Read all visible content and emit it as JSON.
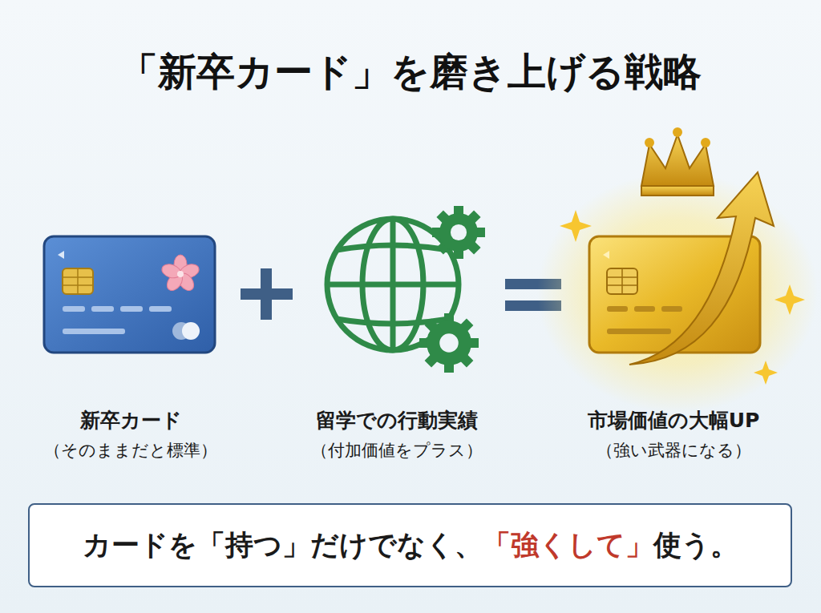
{
  "diagram": {
    "title": "「新卒カード」を磨き上げる戦略",
    "nodes": [
      {
        "text": [
          "カードを「持つ」だけでなく、",
          "「強くして」",
          "使う。"
        ]
      }
    ],
    "labels": [
      "新卒カード",
      "（そのままだと標準）",
      "留学での行動実績",
      "（付加価値をプラス）",
      "市場価値の大幅UP",
      "（強い武器になる）"
    ]
  }
}
